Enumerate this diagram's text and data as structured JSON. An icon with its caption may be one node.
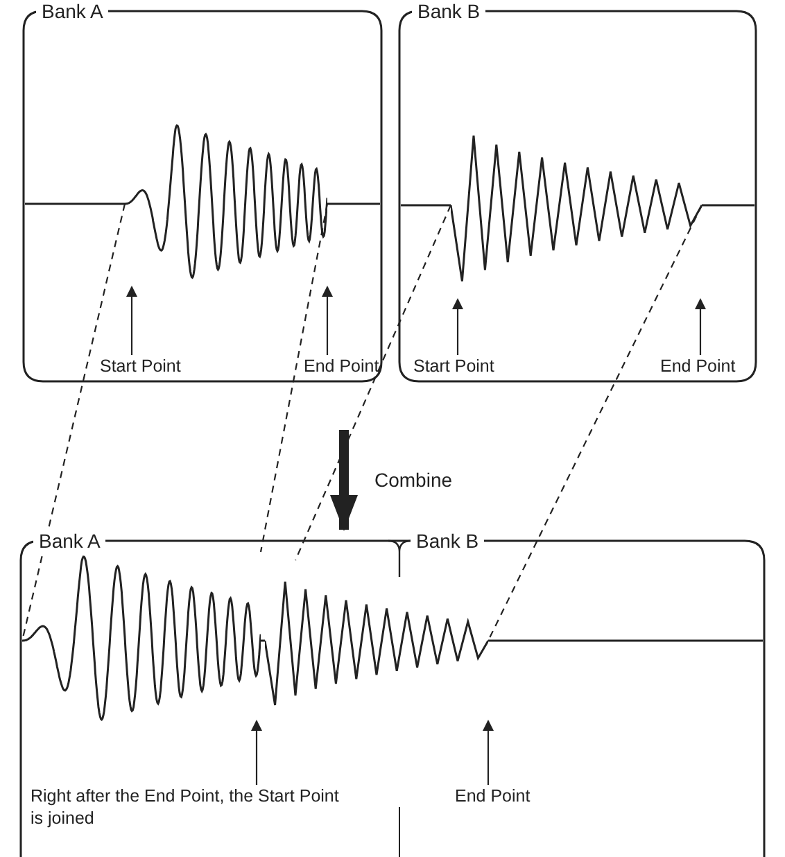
{
  "diagram": {
    "nodes": [
      {
        "text": [
          "Bank A"
        ]
      },
      {
        "text": [
          "Bank B"
        ]
      },
      {
        "text": [],
        "shape": "picture",
        "in": 0
      },
      {
        "text": [
          "Start Point"
        ],
        "in": 0
      },
      {
        "text": [
          "End Point"
        ],
        "in": 0
      },
      {
        "text": [],
        "shape": "picture",
        "in": 1
      },
      {
        "text": [
          "Start Point"
        ],
        "in": 1
      },
      {
        "text": [
          "End Point"
        ],
        "in": 1
      },
      {
        "text": [
          "Bank A",
          "Bank B"
        ]
      },
      {
        "text": [],
        "shape": "picture",
        "in": 8
      },
      {
        "text": [],
        "shape": "picture",
        "in": 8
      },
      {
        "text": [
          "Right after the End Point, the Start Point is joined"
        ],
        "in": 8
      },
      {
        "text": [
          "End Point"
        ],
        "in": 8
      }
    ],
    "edges": [
      {
        "from": 2,
        "to": 9,
        "arrow": "none",
        "style": "dashed"
      },
      {
        "from": 2,
        "to": 9,
        "arrow": "none",
        "style": "dashed"
      },
      {
        "from": 5,
        "to": 10,
        "arrow": "none",
        "style": "dashed"
      },
      {
        "from": 5,
        "to": 10,
        "arrow": "none",
        "style": "dashed"
      },
      {
        "from": 3,
        "to": 2,
        "arrow": "to"
      },
      {
        "from": 4,
        "to": 2,
        "arrow": "to"
      },
      {
        "from": 6,
        "to": 5,
        "arrow": "to"
      },
      {
        "from": 7,
        "to": 5,
        "arrow": "to"
      },
      {
        "from": 11,
        "to": 10,
        "arrow": "to"
      },
      {
        "from": 12,
        "to": 10,
        "arrow": "to"
      },
      {
        "from": null,
        "to": 8,
        "arrow": "to",
        "label": "Combine",
        "style": "thick"
      }
    ]
  }
}
